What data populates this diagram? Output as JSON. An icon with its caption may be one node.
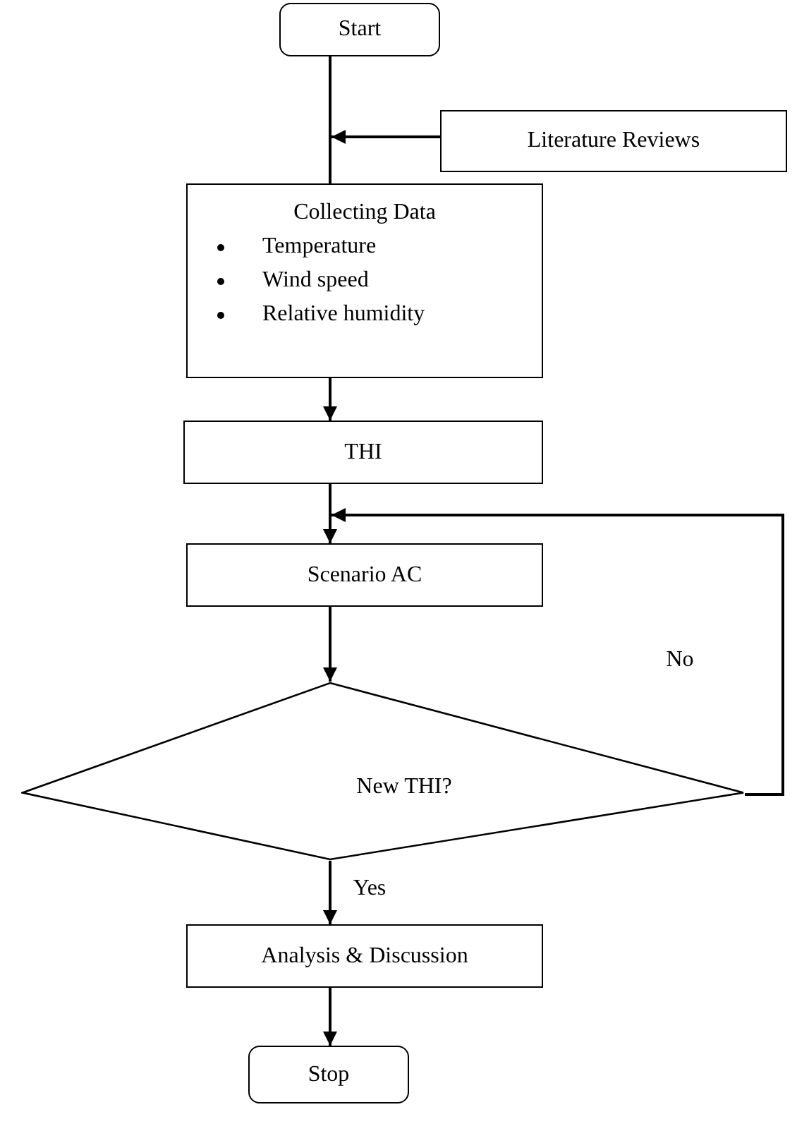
{
  "diagram": {
    "nodes": [
      {
        "text": [
          "Start"
        ]
      },
      {
        "text": [
          "Literature Reviews"
        ]
      },
      {
        "text": [
          "Collecting Data",
          "Temperature",
          "Wind speed",
          "Relative humidity"
        ]
      },
      {
        "text": [
          "THI"
        ]
      },
      {
        "text": [
          "Scenario AC"
        ]
      },
      {
        "text": [
          "New THI?"
        ]
      },
      {
        "text": [
          "Analysis & Discussion"
        ]
      },
      {
        "text": [
          "Stop"
        ]
      }
    ],
    "edges": [
      {
        "from": 0,
        "to": 2,
        "arrow": "none"
      },
      {
        "from": 1,
        "to": 2,
        "arrow": "to"
      },
      {
        "from": 2,
        "to": 3,
        "arrow": "to"
      },
      {
        "from": 3,
        "to": 4,
        "arrow": "to"
      },
      {
        "from": 4,
        "to": 5,
        "arrow": "to"
      },
      {
        "from": 5,
        "to": 4,
        "arrow": "to",
        "label": "No"
      },
      {
        "from": 5,
        "to": 6,
        "arrow": "to",
        "label": "Yes"
      },
      {
        "from": 6,
        "to": 7,
        "arrow": "to"
      }
    ]
  }
}
